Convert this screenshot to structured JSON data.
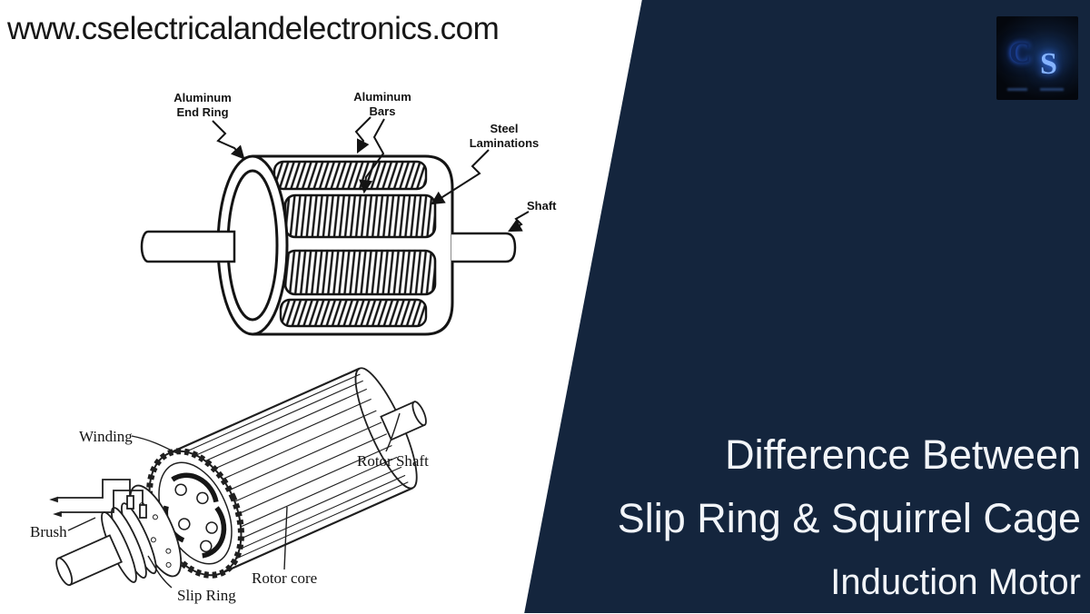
{
  "site": {
    "url": "www.cselectricalandelectronics.com"
  },
  "logo": {
    "letter_c": "C",
    "letter_s": "S"
  },
  "title": {
    "line1": "Difference Between",
    "line2": "Slip Ring & Squirrel Cage",
    "line3": "Induction Motor"
  },
  "colors": {
    "panel_navy": "#14253d",
    "background_white": "#ffffff",
    "url_text": "#161616",
    "title_text": "#f2f5f9",
    "logo_glow_blue": "#3d7dff",
    "diagram_ink": "#141414"
  },
  "diagram_squirrel_cage": {
    "description": "Squirrel cage rotor line drawing",
    "labels": {
      "end_ring": [
        "Aluminum",
        "End Ring"
      ],
      "bars": [
        "Aluminum",
        "Bars"
      ],
      "laminations": [
        "Steel",
        "Laminations"
      ],
      "shaft": "Shaft"
    }
  },
  "diagram_slip_ring": {
    "description": "Slip ring rotor line drawing",
    "labels": {
      "winding": "Winding",
      "rotor_shaft": "Rotor Shaft",
      "brush": "Brush",
      "slip_ring": "Slip Ring",
      "rotor_core": "Rotor core"
    }
  }
}
